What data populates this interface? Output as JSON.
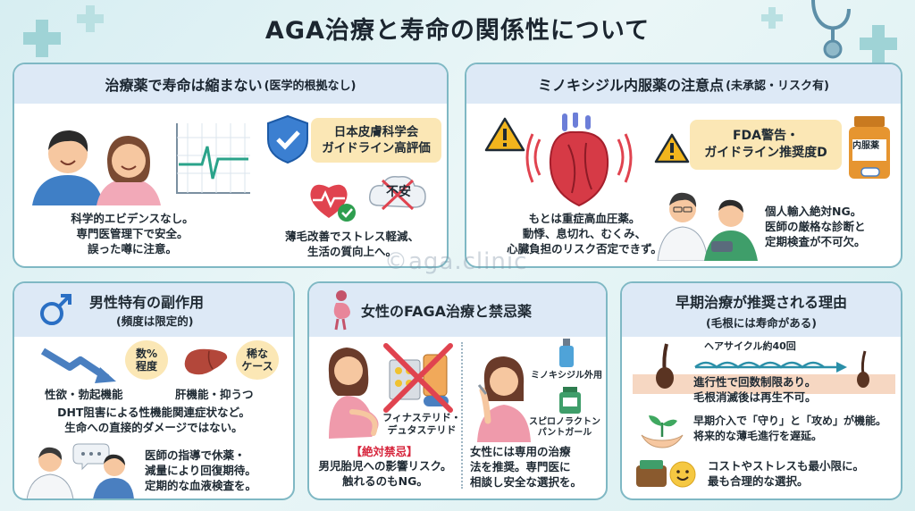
{
  "title": "AGA治療と寿命の関係性について",
  "watermark": "©aga.clinic",
  "panel1": {
    "heading": "治療薬で寿命は縮まない",
    "heading_note": "(医学的根拠なし)",
    "badge": [
      "日本皮膚科学会",
      "ガイドライン高評価"
    ],
    "anxiety_label": "不安",
    "left_text": [
      "科学的エビデンスなし。",
      "専門医管理下で安全。",
      "誤った噂に注意。"
    ],
    "right_text": [
      "薄毛改善でストレス軽減、",
      "生活の質向上へ。"
    ]
  },
  "panel2": {
    "heading": "ミノキシジル内服薬の注意点",
    "heading_note": "(未承認・リスク有)",
    "badge": [
      "FDA警告・",
      "ガイドライン推奨度D"
    ],
    "bottle_label": "内服薬",
    "left_text": [
      "もとは重症高血圧薬。",
      "動悸、息切れ、むくみ、",
      "心臓負担のリスク否定できず。"
    ],
    "right_text": [
      "個人輸入絶対NG。",
      "医師の厳格な診断と",
      "定期検査が不可欠。"
    ]
  },
  "panel3": {
    "heading": "男性特有の副作用",
    "sub": "(頻度は限定的)",
    "tag1": [
      "数%",
      "程度"
    ],
    "tag2": [
      "稀な",
      "ケース"
    ],
    "label1": "性欲・勃起機能",
    "label2": "肝機能・抑うつ",
    "mid_text": [
      "DHT阻害による性機能関連症状など。",
      "生命への直接的ダメージではない。"
    ],
    "bottom_text": [
      "医師の指導で休薬・",
      "減量により回復期待。",
      "定期的な血液検査を。"
    ]
  },
  "panel4": {
    "heading": "女性のFAGA治療と禁忌薬",
    "drug_label": [
      "フィナステリド・",
      "デュタステリド"
    ],
    "warning": "【絶対禁忌】",
    "left_text": [
      "男児胎児への影響リスク。",
      "触れるのもNG。"
    ],
    "mino_label": "ミノキシジル外用",
    "spiro_label": [
      "スピロノラクトン",
      "パントガール"
    ],
    "right_text": [
      "女性には専用の治療",
      "法を推奨。専門医に",
      "相談し安全な選択を。"
    ]
  },
  "panel5": {
    "heading": "早期治療が推奨される理由",
    "sub": "(毛根には寿命がある)",
    "cycle_label": "ヘアサイクル約40回",
    "text1": [
      "進行性で回数制限あり。",
      "毛根消滅後は再生不可。"
    ],
    "text2": [
      "早期介入で「守り」と「攻め」が機能。",
      "将来的な薄毛進行を遅延。"
    ],
    "text3": [
      "コストやストレスも最小限に。",
      "最も合理的な選択。"
    ]
  }
}
